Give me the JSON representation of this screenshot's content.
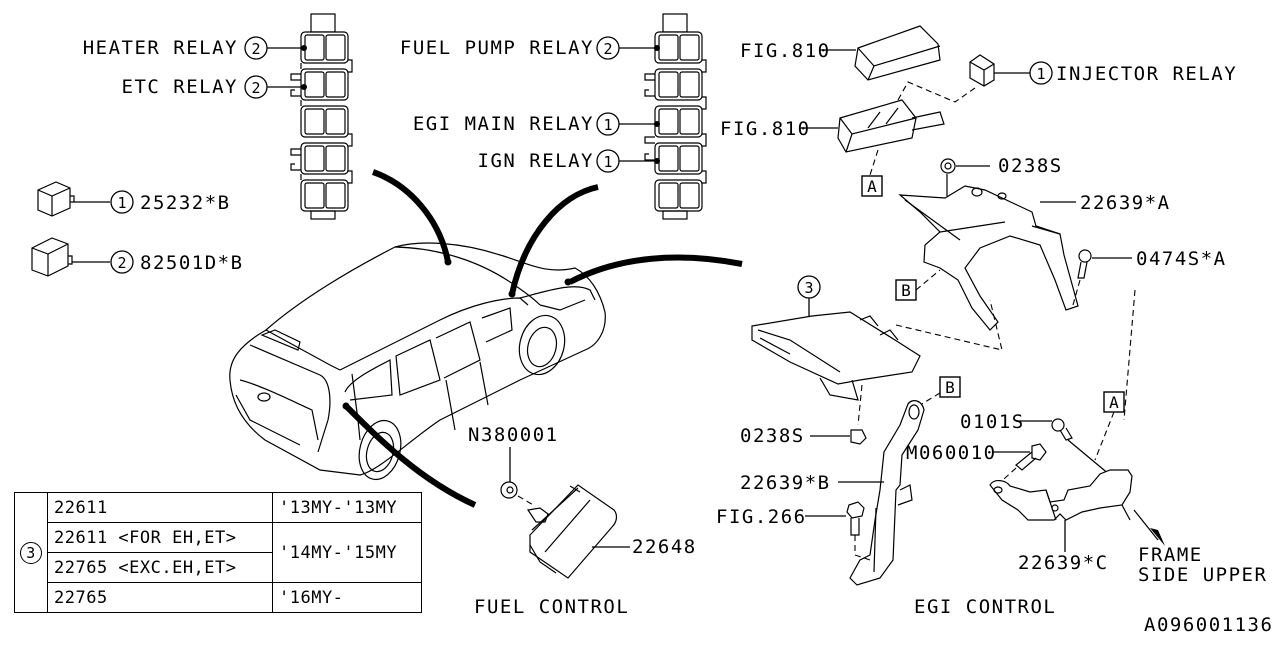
{
  "diagram": {
    "id_code": "A096001136",
    "section_titles": {
      "fuel": "FUEL CONTROL",
      "egi": "EGI CONTROL"
    },
    "relay_box_left": {
      "callouts": [
        {
          "label": "HEATER RELAY",
          "ref": "2"
        },
        {
          "label": "ETC RELAY",
          "ref": "2"
        }
      ]
    },
    "relay_box_right": {
      "callouts": [
        {
          "label": "FUEL PUMP RELAY",
          "ref": "2"
        },
        {
          "label": "EGI MAIN RELAY",
          "ref": "1"
        },
        {
          "label": "IGN RELAY",
          "ref": "1"
        }
      ]
    },
    "relay_parts": [
      {
        "ref": "1",
        "part": "25232*B"
      },
      {
        "ref": "2",
        "part": "82501D*B"
      }
    ],
    "fuel_control": {
      "nut": "N380001",
      "module": "22648"
    },
    "egi_control": {
      "fig_upper": "FIG.810",
      "fig_lower": "FIG.810",
      "injector_relay": {
        "ref": "1",
        "label": "INJECTOR RELAY"
      },
      "nut_upper": "0238S",
      "bracket_a": "22639*A",
      "bolt_a": "0474S*A",
      "ecu_ref": "3",
      "ref_b": "B",
      "ref_a": "A",
      "nut_lower": "0238S",
      "bracket_b": "22639*B",
      "fig_bolt": "FIG.266",
      "bolt_0101": "0101S",
      "bolt_m06": "M060010",
      "bracket_c": "22639*C",
      "frame_line1": "FRAME",
      "frame_line2": "SIDE UPPER"
    }
  },
  "ref_table": {
    "ref": "3",
    "rows": [
      {
        "part": "22611",
        "years": "'13MY-'13MY"
      },
      {
        "part": "22611 <FOR EH,ET>",
        "years": "'14MY-'15MY"
      },
      {
        "part": "22765 <EXC.EH,ET>",
        "years": ""
      },
      {
        "part": "22765",
        "years": "'16MY-"
      }
    ]
  }
}
